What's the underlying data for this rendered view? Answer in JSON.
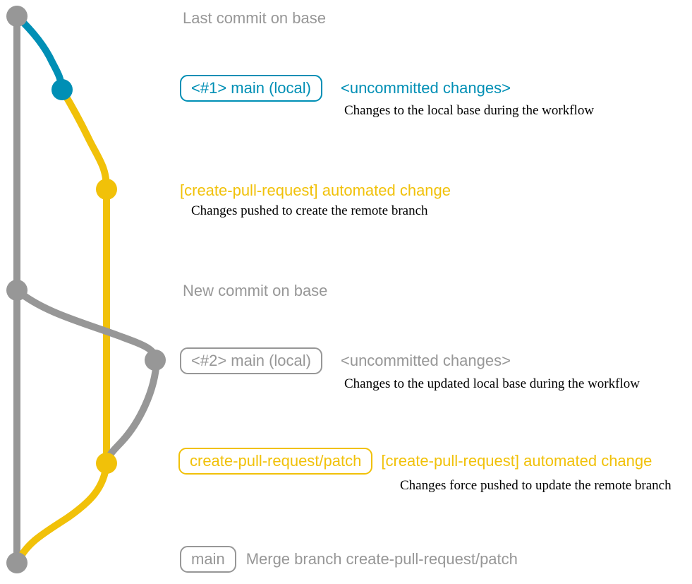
{
  "colors": {
    "gray": "#979797",
    "blue": "#008fb5",
    "yellow": "#f1c109",
    "caption": "#000000"
  },
  "graph": {
    "branches": [
      {
        "name": "main",
        "color": "#979797"
      },
      {
        "name": "main (local)",
        "color": "#008fb5"
      },
      {
        "name": "create-pull-request/patch",
        "color": "#f1c109"
      }
    ],
    "commits": [
      {
        "id": "last-commit-on-base",
        "branch": "main",
        "color": "#979797"
      },
      {
        "id": "local-uncommitted-1",
        "branch": "main (local)",
        "color": "#008fb5"
      },
      {
        "id": "automated-change-1",
        "branch": "create-pull-request/patch",
        "color": "#f1c109"
      },
      {
        "id": "new-commit-on-base",
        "branch": "main",
        "color": "#979797"
      },
      {
        "id": "local-uncommitted-2",
        "branch": "main (local)",
        "color": "#979797"
      },
      {
        "id": "automated-change-2",
        "branch": "create-pull-request/patch",
        "color": "#f1c109"
      },
      {
        "id": "merge-commit",
        "branch": "main",
        "color": "#979797"
      }
    ]
  },
  "rows": {
    "last_commit": {
      "label": "Last commit on base"
    },
    "local1": {
      "pill": "<#1> main (local)",
      "message": "<uncommitted changes>",
      "caption": "Changes to the local base during the workflow"
    },
    "automated1": {
      "message": "[create-pull-request] automated change",
      "caption": "Changes pushed to create the remote branch"
    },
    "new_commit": {
      "label": "New commit on base"
    },
    "local2": {
      "pill": "<#2> main (local)",
      "message": "<uncommitted changes>",
      "caption": "Changes to the updated local base during the workflow"
    },
    "automated2": {
      "pill": "create-pull-request/patch",
      "message": "[create-pull-request] automated change",
      "caption": "Changes force pushed to update the remote branch"
    },
    "merge": {
      "pill": "main",
      "message": "Merge branch create-pull-request/patch"
    }
  }
}
